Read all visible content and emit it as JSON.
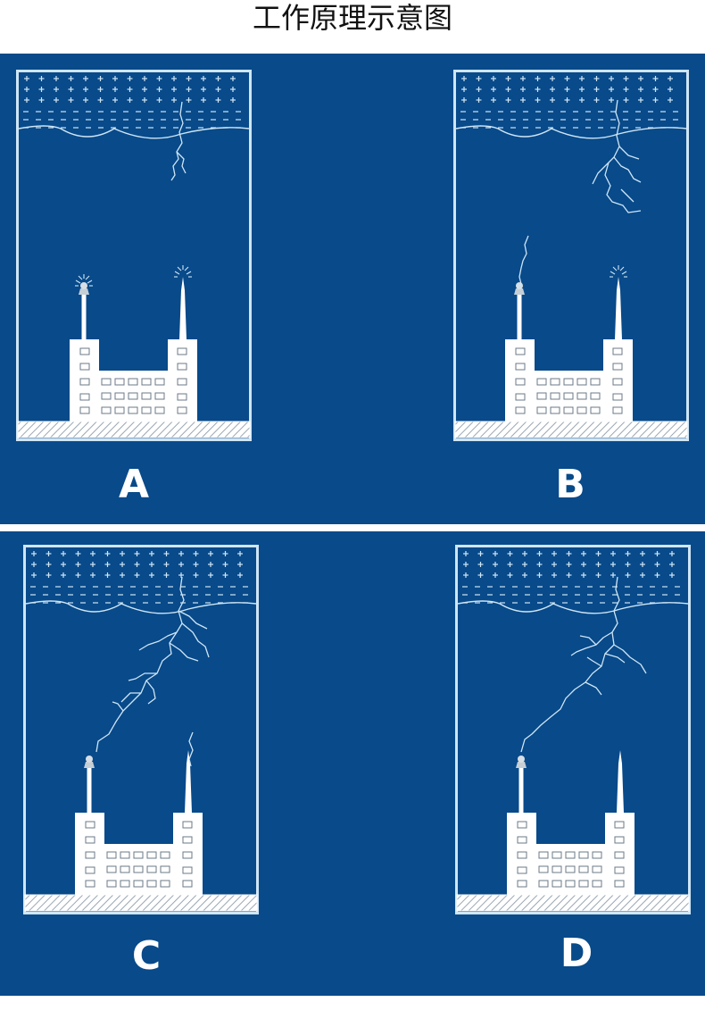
{
  "title": "工作原理示意图",
  "panels": [
    {
      "label": "A"
    },
    {
      "label": "B"
    },
    {
      "label": "C"
    },
    {
      "label": "D"
    }
  ],
  "colors": {
    "background": "#084a8a",
    "line": "#cfe6f5",
    "building": "#ffffff",
    "title_text": "#111111"
  }
}
